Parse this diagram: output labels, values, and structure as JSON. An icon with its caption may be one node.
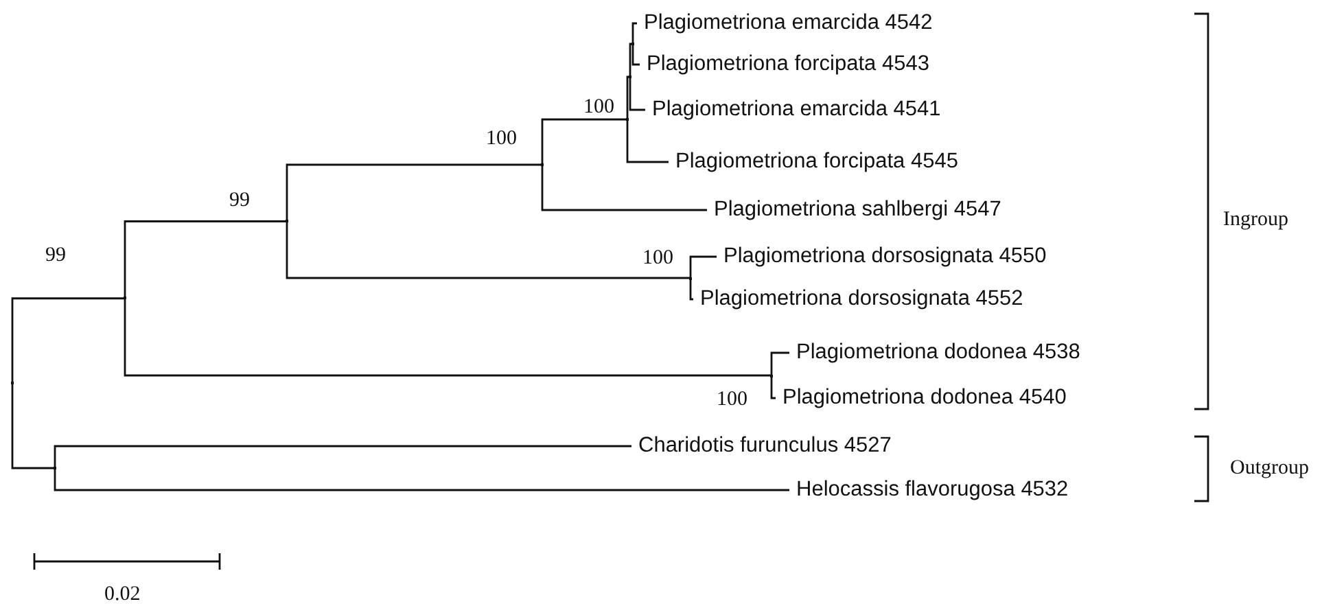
{
  "diagram": {
    "nodes": [
      {
        "text": [
          "Plagiometriona emarcida 4542"
        ]
      },
      {
        "text": [
          "Plagiometriona forcipata 4543"
        ]
      },
      {
        "text": [
          "Plagiometriona emarcida 4541"
        ]
      },
      {
        "text": [
          "Plagiometriona forcipata 4545"
        ]
      },
      {
        "text": [
          "Plagiometriona sahlbergi 4547"
        ]
      },
      {
        "text": [
          "Plagiometriona dorsosignata 4550"
        ]
      },
      {
        "text": [
          "Plagiometriona dorsosignata 4552"
        ]
      },
      {
        "text": [
          "Plagiometriona dodonea 4538"
        ]
      },
      {
        "text": [
          "Plagiometriona dodonea 4540"
        ]
      },
      {
        "text": [
          "Charidotis furunculus 4527"
        ]
      },
      {
        "text": [
          "Helocassis flavorugosa 4532"
        ]
      },
      {
        "text": [],
        "shape": "point"
      },
      {
        "text": [],
        "shape": "point",
        "beside": [
          "99"
        ]
      },
      {
        "text": [],
        "shape": "point",
        "beside": [
          "99"
        ]
      },
      {
        "text": [],
        "shape": "point",
        "beside": [
          "100"
        ]
      },
      {
        "text": [],
        "shape": "point",
        "beside": [
          "100"
        ]
      },
      {
        "text": [],
        "shape": "point"
      },
      {
        "text": [],
        "shape": "point"
      },
      {
        "text": [],
        "shape": "point",
        "beside": [
          "100"
        ]
      },
      {
        "text": [],
        "shape": "point",
        "beside": [
          "100"
        ]
      },
      {
        "text": [],
        "shape": "point"
      }
    ],
    "edges": [
      {
        "from": 11,
        "to": 12,
        "arrow": "none"
      },
      {
        "from": 11,
        "to": 20,
        "arrow": "none"
      },
      {
        "from": 12,
        "to": 13,
        "arrow": "none"
      },
      {
        "from": 12,
        "to": 19,
        "arrow": "none"
      },
      {
        "from": 13,
        "to": 14,
        "arrow": "none"
      },
      {
        "from": 13,
        "to": 18,
        "arrow": "none"
      },
      {
        "from": 14,
        "to": 15,
        "arrow": "none"
      },
      {
        "from": 14,
        "to": 4,
        "arrow": "none"
      },
      {
        "from": 15,
        "to": 16,
        "arrow": "none"
      },
      {
        "from": 15,
        "to": 3,
        "arrow": "none"
      },
      {
        "from": 16,
        "to": 17,
        "arrow": "none"
      },
      {
        "from": 16,
        "to": 2,
        "arrow": "none"
      },
      {
        "from": 17,
        "to": 0,
        "arrow": "none"
      },
      {
        "from": 17,
        "to": 1,
        "arrow": "none"
      },
      {
        "from": 18,
        "to": 5,
        "arrow": "none"
      },
      {
        "from": 18,
        "to": 6,
        "arrow": "none"
      },
      {
        "from": 19,
        "to": 7,
        "arrow": "none"
      },
      {
        "from": 19,
        "to": 8,
        "arrow": "none"
      },
      {
        "from": 20,
        "to": 9,
        "arrow": "none"
      },
      {
        "from": 20,
        "to": 10,
        "arrow": "none"
      }
    ],
    "labels": [
      "Ingroup",
      "Outgroup",
      "0.02"
    ]
  }
}
